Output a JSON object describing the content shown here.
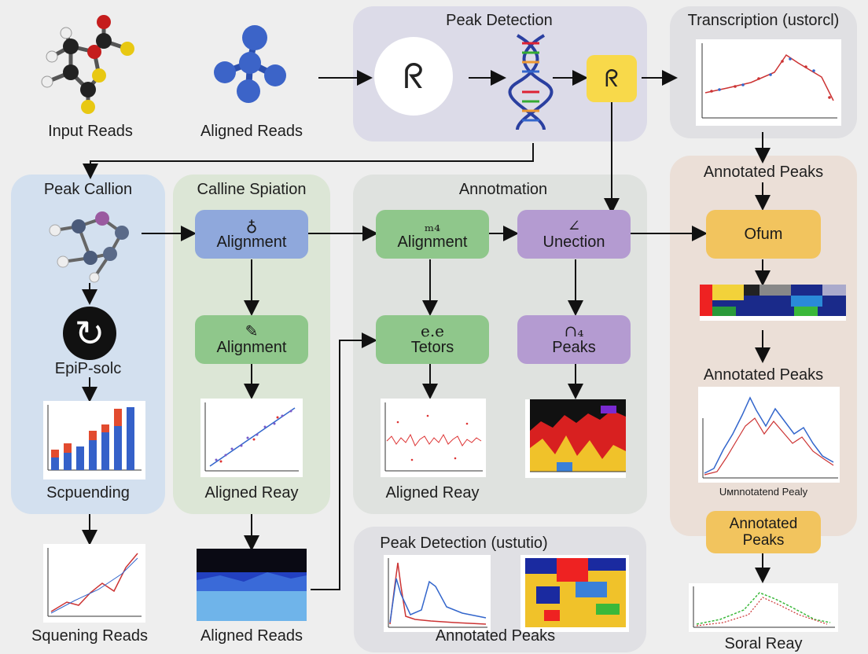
{
  "top": {
    "input_reads": "Input Reads",
    "aligned_reads": "Aligned Reads",
    "peak_detection_title": "Peak Detection",
    "transcription_title": "Transcription (ustorcl)"
  },
  "col1": {
    "title": "Peak Callion",
    "icon_label": "EpiP-solc",
    "chart_label": "Scpuending",
    "bottom_label": "Squening Reads"
  },
  "col2": {
    "title": "Calline Spiation",
    "box1": "Alignment",
    "box2": "Alignment",
    "chart_label": "Aligned Reay",
    "bottom_label": "Aligned Reads"
  },
  "col3": {
    "title": "Annotmation",
    "box1": "Alignment",
    "box1_glyph": "ₘ₄",
    "box2": "Tetors",
    "box2_glyph": "e.e",
    "chart_label": "Aligned Reay"
  },
  "col4": {
    "box1": "Unection",
    "box2": "Peaks",
    "box2_glyph": "∩₄"
  },
  "right": {
    "annotated_peaks_1": "Annotated Peaks",
    "ofum": "Ofum",
    "annotated_peaks_2": "Annotated Peaks",
    "chart_xlabel": "Uмnnotatend Pealy",
    "annotated_peaks_3": "Annotated\nPeaks",
    "soral_reay": "Soral Reay"
  },
  "bottom_mid": {
    "title": "Peak Detection (ustutio)",
    "label": "Annotated Peaks"
  },
  "colors": {
    "lavender_panel": "#dcdbe8",
    "blue_panel": "#d3e0ef",
    "green_panel": "#dce6d6",
    "gray_panel": "#dfe2df",
    "peach_panel": "#ebdfd7",
    "blue_box": "#8fa8dc",
    "green_box": "#8fc78b",
    "purple_box": "#b49bd1",
    "orange_box": "#f2c45e",
    "yellow_box": "#f8d94a"
  }
}
